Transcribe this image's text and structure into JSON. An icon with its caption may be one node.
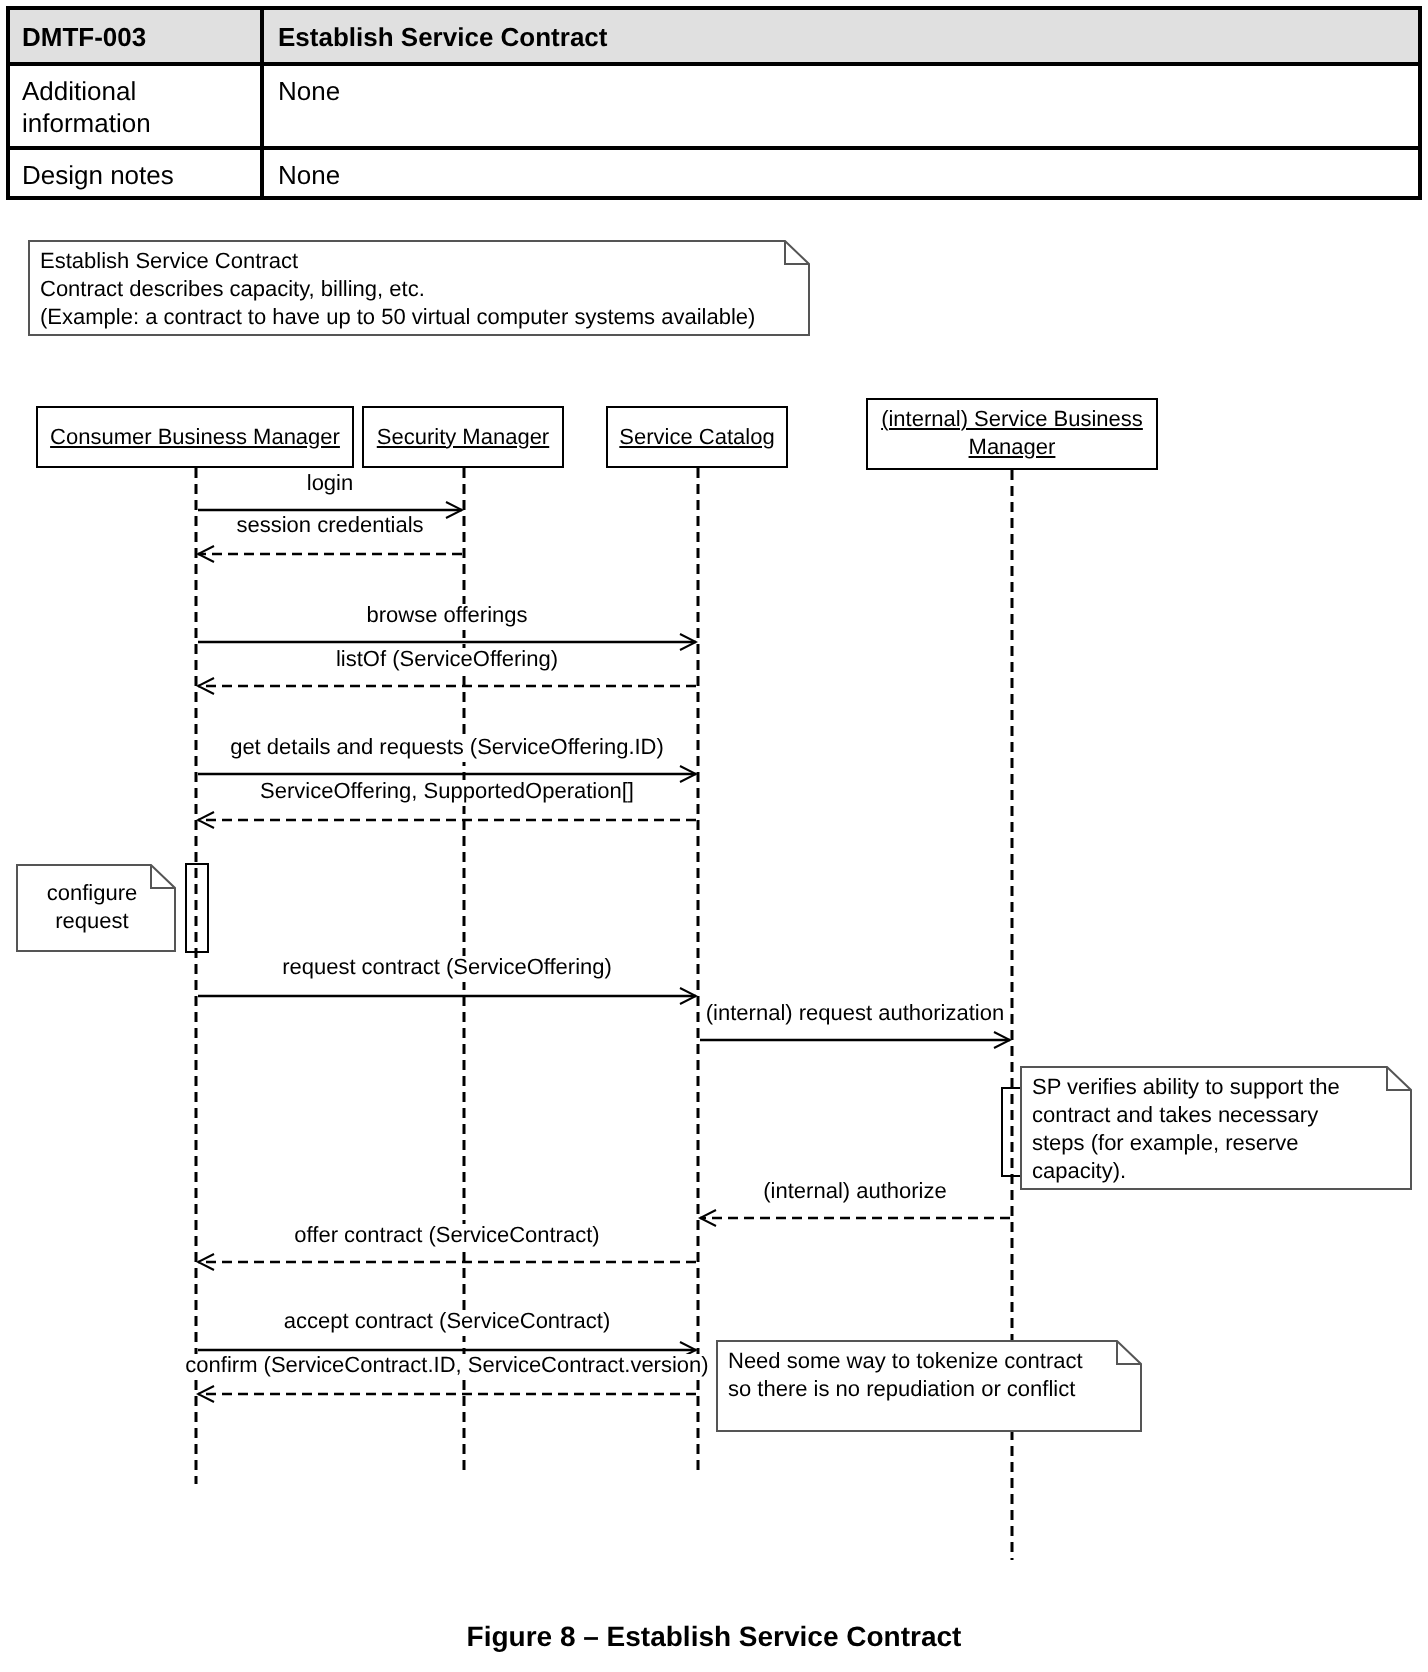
{
  "diagram": {
    "caption": "Figure 8 – Establish Service Contract",
    "nodes": [
      {
        "text": [
          "Consumer Business Manager"
        ]
      },
      {
        "text": [
          "Security Manager"
        ]
      },
      {
        "text": [
          "Service Catalog"
        ]
      },
      {
        "text": [
          "(internal) Service Business Manager"
        ]
      },
      {
        "text": [
          "Establish Service Contract",
          "Contract describes capacity, billing, etc.",
          "(Example: a contract to have up to 50 virtual computer systems available)"
        ]
      },
      {
        "text": [
          "configure request"
        ]
      },
      {
        "text": [
          "SP verifies ability to support the contract and takes necessary steps (for example, reserve capacity)."
        ]
      },
      {
        "text": [
          "Need some way to tokenize contract so there is no repudiation or conflict"
        ]
      }
    ],
    "edges": [
      {
        "from": 0,
        "to": 1,
        "arrow": "to",
        "label": "login"
      },
      {
        "from": 1,
        "to": 0,
        "arrow": "to",
        "label": "session credentials",
        "style": "dashed"
      },
      {
        "from": 0,
        "to": 2,
        "arrow": "to",
        "label": "browse offerings"
      },
      {
        "from": 2,
        "to": 0,
        "arrow": "to",
        "label": "listOf (ServiceOffering)",
        "style": "dashed"
      },
      {
        "from": 0,
        "to": 2,
        "arrow": "to",
        "label": "get details and requests (ServiceOffering.ID)"
      },
      {
        "from": 2,
        "to": 0,
        "arrow": "to",
        "label": "ServiceOffering, SupportedOperation[]",
        "style": "dashed"
      },
      {
        "from": 0,
        "to": 2,
        "arrow": "to",
        "label": "request contract (ServiceOffering)"
      },
      {
        "from": 2,
        "to": 3,
        "arrow": "to",
        "label": "(internal) request authorization"
      },
      {
        "from": 3,
        "to": 2,
        "arrow": "to",
        "label": "(internal) authorize",
        "style": "dashed"
      },
      {
        "from": 2,
        "to": 0,
        "arrow": "to",
        "label": "offer contract (ServiceContract)",
        "style": "dashed"
      },
      {
        "from": 0,
        "to": 2,
        "arrow": "to",
        "label": "accept contract (ServiceContract)"
      },
      {
        "from": 2,
        "to": 0,
        "arrow": "to",
        "label": "confirm (ServiceContract.ID, ServiceContract.version)",
        "style": "dashed"
      }
    ],
    "labels": [
      "DMTF-003",
      "Establish Service Contract",
      "Additional information",
      "None",
      "Design notes",
      "None"
    ]
  }
}
